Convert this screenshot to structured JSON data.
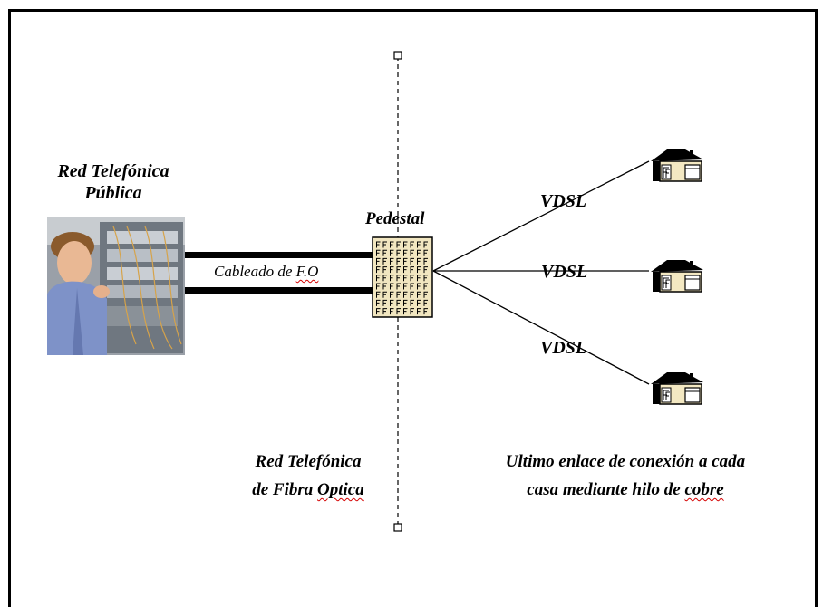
{
  "labels": {
    "public_network_line1": "Red Telefónica",
    "public_network_line2": "Pública",
    "cable_prefix": "Cableado de ",
    "cable_suffix": "F.O",
    "pedestal": "Pedestal",
    "vdsl_top": "VDSL",
    "vdsl_middle": "VDSL",
    "vdsl_bottom": "VDSL",
    "fiber_network_line1": "Red Telefónica",
    "fiber_network_line2_prefix": "de Fibra ",
    "fiber_network_line2_suffix": "Optica",
    "last_link_line1": "Ultimo enlace de conexión a cada",
    "last_link_line2_prefix": "casa mediante hilo de  ",
    "last_link_line2_suffix": "cobre"
  },
  "icons": {
    "technician": "technician-photo",
    "pedestal": "pedestal-cabinet-icon",
    "house": "house-icon"
  },
  "colors": {
    "cabinet_fill": "#f1e6c0",
    "house_fill": "#f3e8c2",
    "spellcheck": "#d40000"
  }
}
